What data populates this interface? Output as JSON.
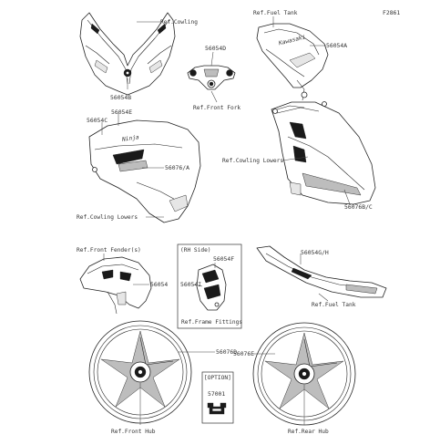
{
  "figure_id": "F2861",
  "refs": {
    "cowling": "Ref.Cowling",
    "fuel_tank_top": "Ref.Fuel Tank",
    "front_fork": "Ref.Front Fork",
    "cowling_lowers_right": "Ref.Cowling Lowers",
    "cowling_lowers_left": "Ref.Cowling Lowers",
    "front_fenders": "Ref.Front Fender(s)",
    "frame_fittings": "Ref.Frame Fittings",
    "fuel_tank_bottom": "Ref.Fuel Tank",
    "front_hub": "Ref.Front Hub",
    "rear_hub": "Ref.Rear Hub"
  },
  "parts": {
    "p56054b": "56054B",
    "p56054d": "56054D",
    "p56054a": "56054A",
    "p56054e": "56054E",
    "p56054c": "56054C",
    "p56076a": "56076/A",
    "p56076bc": "56076B/C",
    "p56054": "56054",
    "p56054f": "56054F",
    "p56054i": "56054I",
    "p56054gh": "56054G/H",
    "p56076d": "56076D",
    "p56076e": "56076E",
    "p57001": "57001"
  },
  "boxes": {
    "rh_side": "(RH Side)",
    "option": "[OPTION]"
  }
}
